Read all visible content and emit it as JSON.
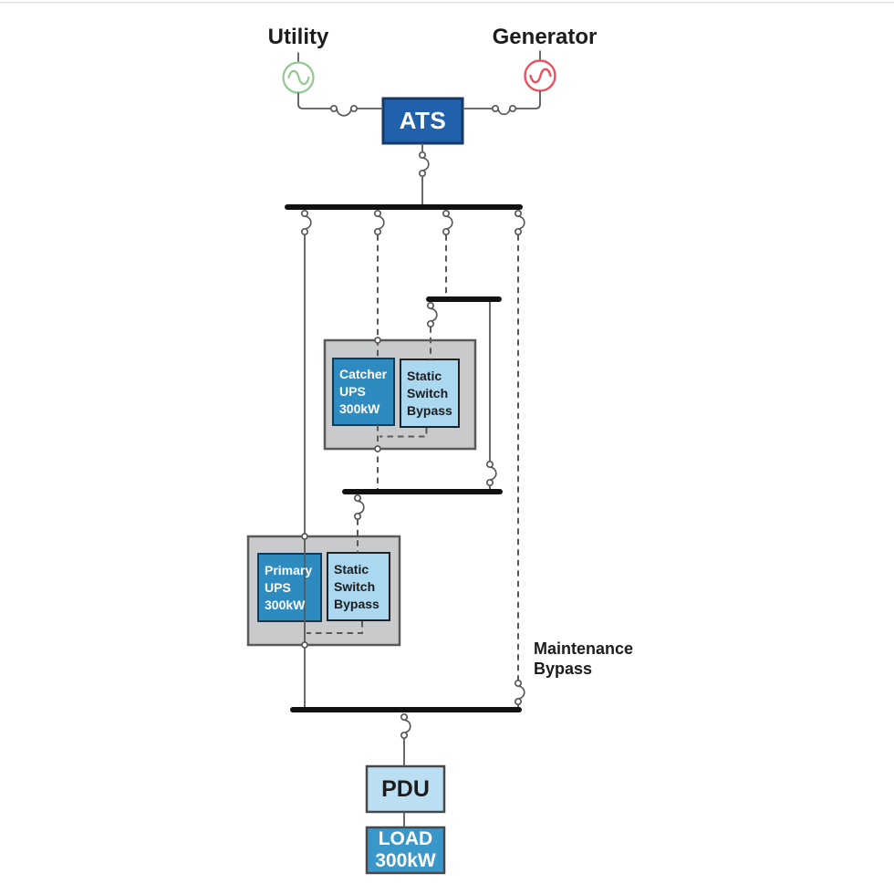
{
  "diagram": {
    "utility_label": "Utility",
    "generator_label": "Generator",
    "ats_label": "ATS",
    "catcher_ups_label": "Catcher\nUPS\n300kW",
    "catcher_static_label": "Static\nSwitch\nBypass",
    "primary_ups_label": "Primary\nUPS\n300kW",
    "primary_static_label": "Static\nSwitch\nBypass",
    "maintenance_label": "Maintenance\nBypass",
    "pdu_label": "PDU",
    "load_label": "LOAD\n300kW"
  },
  "colors": {
    "wire": "#58595b",
    "bus": "#111111",
    "upsBlue": "#2e8bc0",
    "upsBorder": "#17384e",
    "lightBlue": "#aad8f0",
    "lightBorder": "#202124",
    "atsBlue": "#2160aa",
    "atsBorder": "#16396b",
    "pduBlue": "#badef2",
    "loadBlue": "#3a97ca",
    "loadBorder": "#47484a",
    "greyBox": "#c9cacc",
    "greyBorder": "#58595b",
    "utilityGreen": "#92c892",
    "generatorRed": "#e8515e",
    "text": "#1c1c1e",
    "hairline": "#dadada"
  }
}
